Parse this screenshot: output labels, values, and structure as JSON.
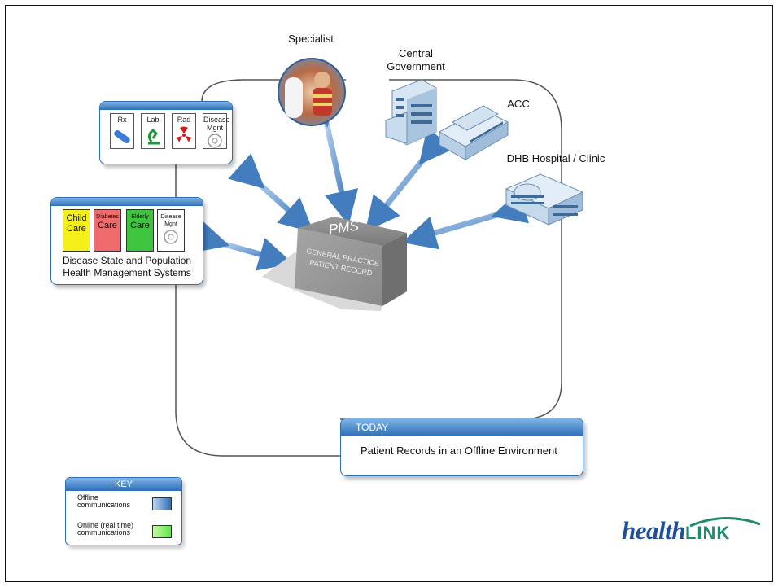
{
  "nodes": {
    "specialist": "Specialist",
    "central_gov_line1": "Central",
    "central_gov_line2": "Government",
    "acc": "ACC",
    "dhb": "DHB Hospital / Clinic"
  },
  "tools_card": {
    "tiles": [
      {
        "label_line1": "Rx",
        "label_line2": ""
      },
      {
        "label_line1": "Lab",
        "label_line2": ""
      },
      {
        "label_line1": "Rad",
        "label_line2": ""
      },
      {
        "label_line1": "Disease",
        "label_line2": "Mgnt"
      }
    ]
  },
  "disease_card": {
    "tiles": [
      {
        "line1": "Child",
        "line2": "Care",
        "color": "#f5ef1a"
      },
      {
        "line1": "Diabetes",
        "line2": "Care",
        "color": "#f06b6b"
      },
      {
        "line1": "Elderly",
        "line2": "Care",
        "color": "#3fc43f"
      },
      {
        "line1": "Disease",
        "line2": "Mgnt",
        "color": "#ffffff"
      }
    ],
    "caption_line1": "Disease State and Population",
    "caption_line2": "Health Management Systems"
  },
  "pms_box": {
    "top_label": "PMS",
    "side_line1": "GENERAL PRACTICE",
    "side_line2": "PATIENT RECORD"
  },
  "today_card": {
    "header": "TODAY",
    "text": "Patient Records in an Offline Environment"
  },
  "key": {
    "header": "KEY",
    "offline_line1": "Offline",
    "offline_line2": "communications",
    "online_line1": "Online (real time)",
    "online_line2": "communications",
    "offline_color": "#2f6fb7",
    "online_color": "#5ee84a"
  },
  "logo": {
    "part1": "health",
    "part2": "LINK"
  },
  "colors": {
    "accent_blue": "#2e6eb5",
    "loop_gray": "#555555"
  }
}
